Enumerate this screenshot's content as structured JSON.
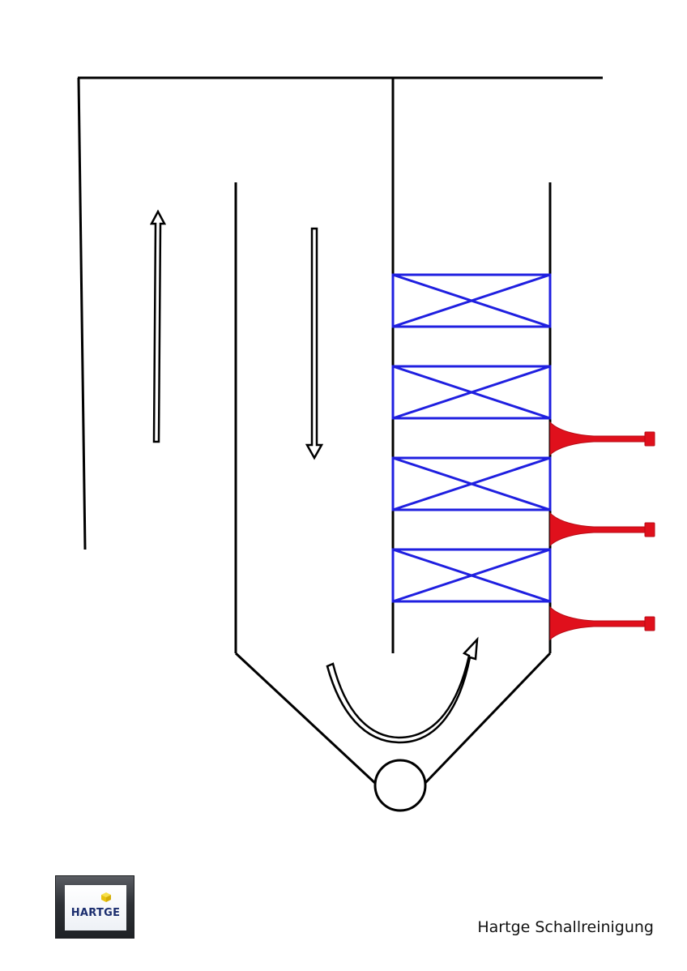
{
  "logo": {
    "text": "HARTGE",
    "cube_color": "#f2d51a",
    "text_color": "#1b2d6e"
  },
  "caption": "Hartge Schallreinigung",
  "colors": {
    "walls": "#000000",
    "heat_exchanger_bundles": "#1f1fe0",
    "sonic_horns": "#e0101c"
  },
  "diagram": {
    "heat_exchanger_bundle_count": 4,
    "sonic_horn_count": 3,
    "flow_arrows": [
      "up-arrow",
      "down-arrow",
      "curved-turn-arrow"
    ]
  }
}
